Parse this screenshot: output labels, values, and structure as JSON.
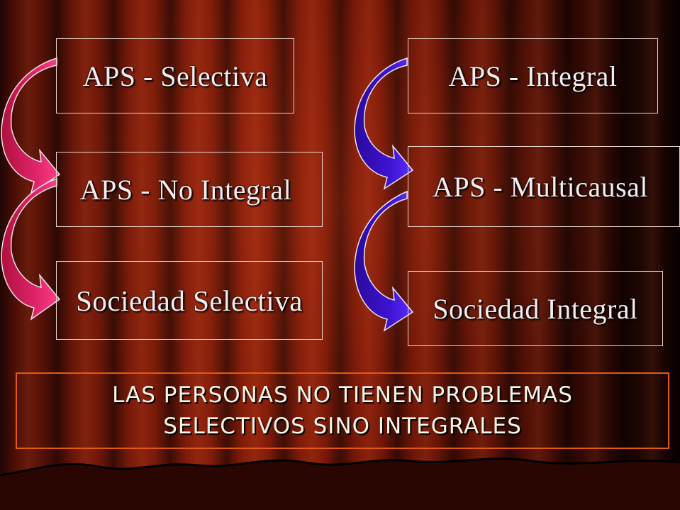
{
  "boxes": {
    "selectiva": "APS - Selectiva",
    "integral": "APS - Integral",
    "no_integral": "APS - No Integral",
    "multicausal": "APS - Multicausal",
    "sociedad_selectiva": "Sociedad Selectiva",
    "sociedad_integral": "Sociedad Integral"
  },
  "banner": {
    "line1": "LAS PERSONAS NO TIENEN PROBLEMAS",
    "line2": "SELECTIVOS SINO INTEGRALES"
  },
  "colors": {
    "left_arrow": "#d21a5a",
    "right_arrow": "#3a10c8",
    "banner_border": "#e05a10"
  }
}
